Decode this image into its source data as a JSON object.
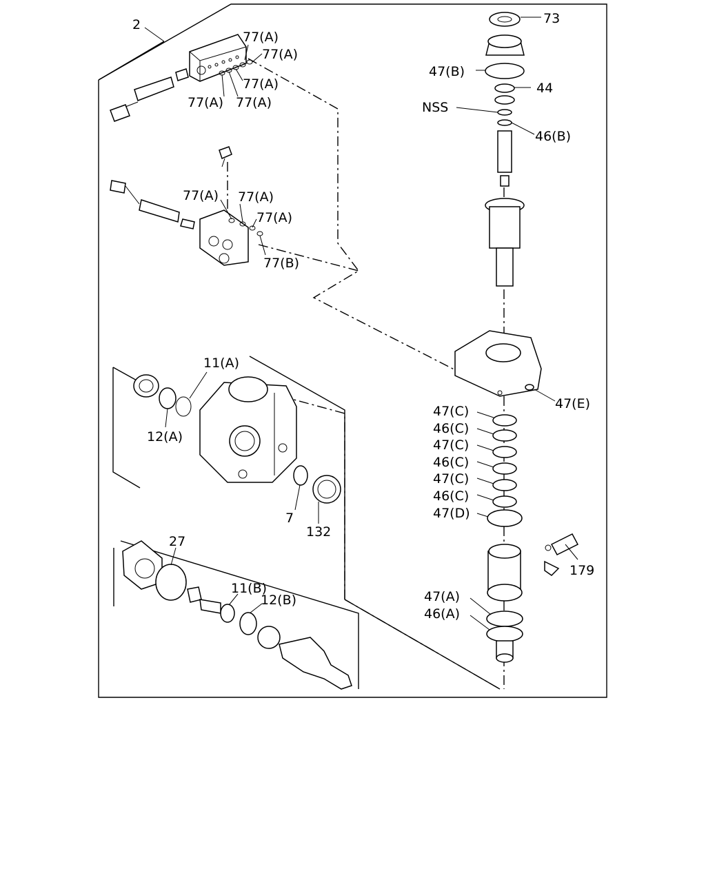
{
  "labels": {
    "l2": "2",
    "l77a_1": "77(A)",
    "l77a_2": "77(A)",
    "l77a_3": "77(A)",
    "l77a_4": "77(A)",
    "l77a_5": "77(A)",
    "l77a_6": "77(A)",
    "l77a_7": "77(A)",
    "l77a_8": "77(A)",
    "l77b": "77(B)",
    "l73": "73",
    "l47b": "47(B)",
    "l44": "44",
    "lnss": "NSS",
    "l46b": "46(B)",
    "l11a": "11(A)",
    "l12a": "12(A)",
    "l7": "7",
    "l132": "132",
    "l47e": "47(E)",
    "l47c_1": "47(C)",
    "l46c_1": "46(C)",
    "l47c_2": "47(C)",
    "l46c_2": "46(C)",
    "l47c_3": "47(C)",
    "l46c_3": "46(C)",
    "l47d": "47(D)",
    "l27": "27",
    "l11b": "11(B)",
    "l12b": "12(B)",
    "l179": "179",
    "l47a": "47(A)",
    "l46a": "46(A)"
  }
}
